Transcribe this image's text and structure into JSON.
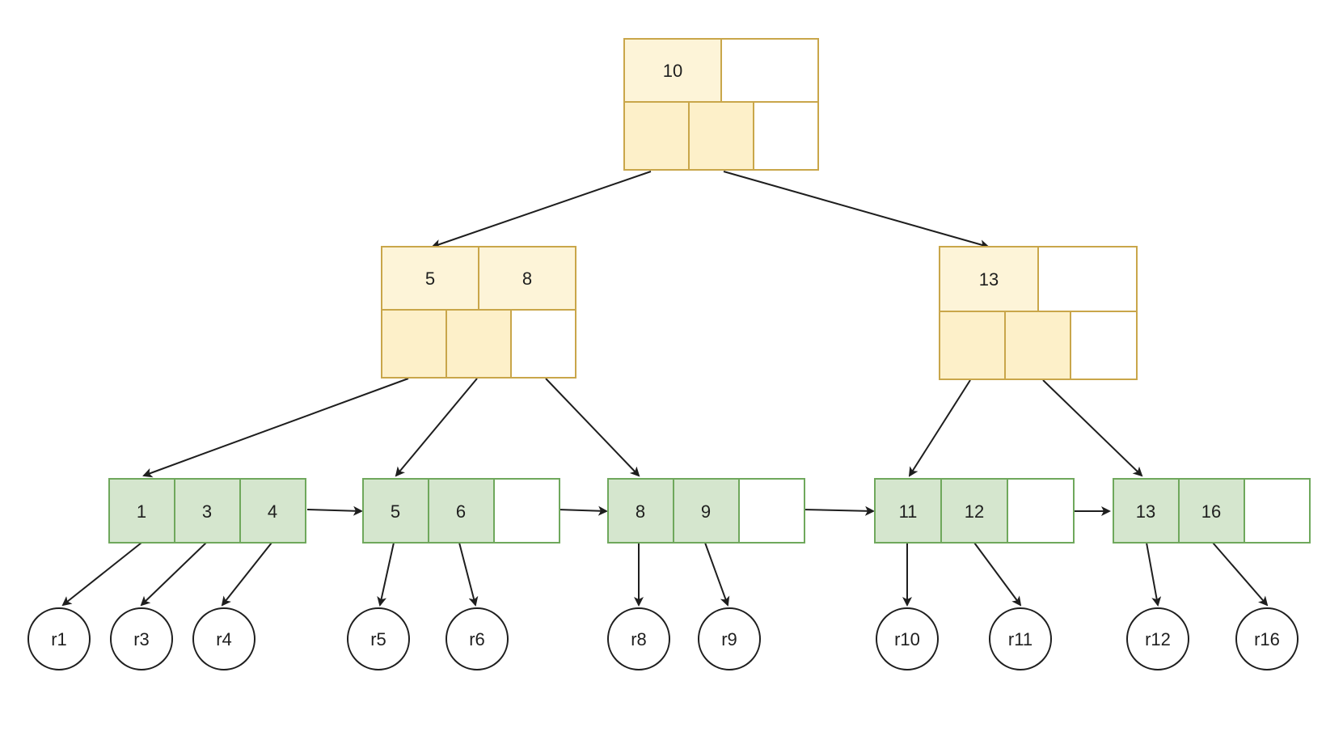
{
  "root": {
    "keys": [
      "10"
    ]
  },
  "level1": [
    {
      "keys": [
        "5",
        "8"
      ]
    },
    {
      "keys": [
        "13"
      ]
    }
  ],
  "leaves": [
    {
      "keys": [
        "1",
        "3",
        "4"
      ]
    },
    {
      "keys": [
        "5",
        "6"
      ]
    },
    {
      "keys": [
        "8",
        "9"
      ]
    },
    {
      "keys": [
        "11",
        "12"
      ]
    },
    {
      "keys": [
        "13",
        "16"
      ]
    }
  ],
  "records": [
    "r1",
    "r3",
    "r4",
    "r5",
    "r6",
    "r8",
    "r9",
    "r10",
    "r11",
    "r12",
    "r16"
  ],
  "colors": {
    "internal_fill": "#fdf0c9",
    "internal_stroke": "#c9a64a",
    "leaf_fill": "#d5e6ce",
    "leaf_stroke": "#6fa85c",
    "edge": "#1e1e1e"
  }
}
